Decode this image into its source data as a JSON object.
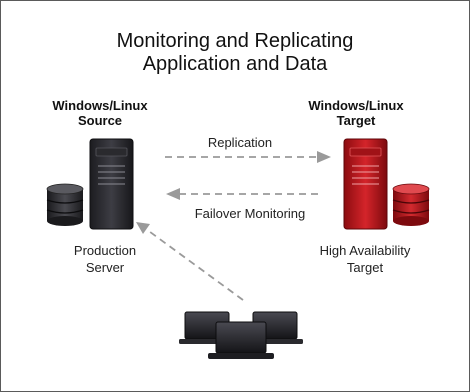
{
  "title": {
    "line1": "Monitoring and Replicating",
    "line2": "Application and Data"
  },
  "source": {
    "header_line1": "Windows/Linux",
    "header_line2": "Source",
    "caption_line1": "Production",
    "caption_line2": "Server",
    "server_color": "#2b2b2f"
  },
  "target": {
    "header_line1": "Windows/Linux",
    "header_line2": "Target",
    "caption_line1": "High Availability",
    "caption_line2": "Target",
    "server_color": "#c0161c"
  },
  "arrows": {
    "replication": "Replication",
    "failover": "Failover Monitoring"
  },
  "colors": {
    "arrow": "#9a9a9a",
    "frame": "#5a5a5a"
  },
  "icons": {
    "source_server": "server-tower-icon",
    "source_db": "database-icon",
    "target_server": "server-tower-icon",
    "target_db": "database-icon",
    "clients": "laptops-icon"
  }
}
